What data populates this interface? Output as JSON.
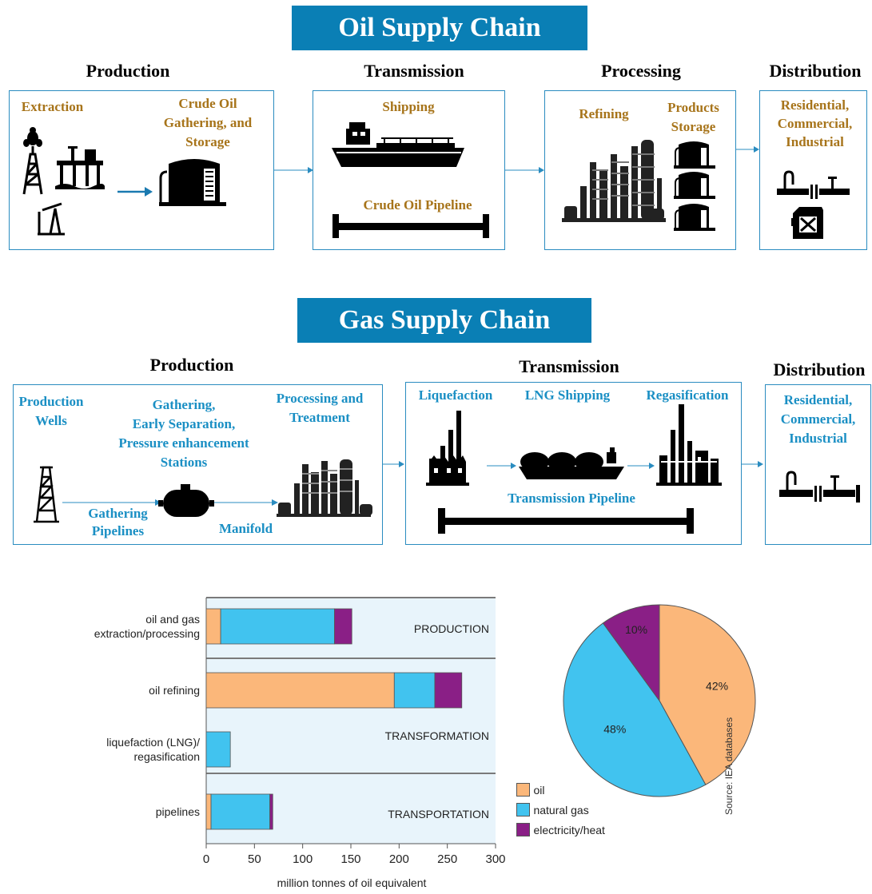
{
  "oil_chain": {
    "title": "Oil Supply Chain",
    "stages": [
      "Production",
      "Transmission",
      "Processing",
      "Distribution"
    ],
    "labels": {
      "extraction": "Extraction",
      "crude_gathering": [
        "Crude Oil",
        "Gathering, and Storage"
      ],
      "shipping": "Shipping",
      "crude_pipeline": "Crude Oil Pipeline",
      "refining": "Refining",
      "products_storage": [
        "Products",
        "Storage"
      ],
      "end_use": [
        "Residential,",
        "Commercial,",
        "Industrial"
      ]
    }
  },
  "gas_chain": {
    "title": "Gas Supply Chain",
    "stages": [
      "Production",
      "Transmission",
      "Distribution"
    ],
    "labels": {
      "production_wells": [
        "Production",
        "Wells"
      ],
      "gathering_stations": [
        "Gathering,",
        "Early Separation,",
        "Pressure enhancement",
        "Stations"
      ],
      "processing_treatment": [
        "Processing and",
        "Treatment"
      ],
      "gathering_pipelines": [
        "Gathering",
        "Pipelines"
      ],
      "manifold": "Manifold",
      "liquefaction": "Liquefaction",
      "lng_shipping": "LNG Shipping",
      "regasification": "Regasification",
      "transmission_pipeline": "Transmission Pipeline",
      "end_use": [
        "Residential,",
        "Commercial,",
        "Industrial"
      ]
    }
  },
  "colors": {
    "banner": "#0a7fb5",
    "gold_text": "#a7741a",
    "blue_text": "#1a8fc4",
    "box_border": "#2a8cc0",
    "oil": "#fbb77a",
    "natural_gas": "#41c3ef",
    "electricity_heat": "#8a1f86",
    "chart_bg": "#e8f4fb"
  },
  "chart_data": [
    {
      "type": "bar",
      "orientation": "horizontal",
      "stacked": true,
      "categories": [
        "oil and gas extraction/processing",
        "oil refining",
        "liquefaction (LNG)/ regasification",
        "pipelines"
      ],
      "category_lines": [
        [
          "oil and gas",
          "extraction/processing"
        ],
        [
          "oil refining"
        ],
        [
          "liquefaction (LNG)/",
          "regasification"
        ],
        [
          "pipelines"
        ]
      ],
      "series": [
        {
          "name": "oil",
          "values": [
            15,
            195,
            0,
            5
          ]
        },
        {
          "name": "natural gas",
          "values": [
            118,
            42,
            25,
            61
          ]
        },
        {
          "name": "electricity/heat",
          "values": [
            18,
            28,
            0,
            3
          ]
        }
      ],
      "groups": [
        "PRODUCTION",
        "TRANSFORMATION",
        "TRANSPORTATION"
      ],
      "xlabel": "million tonnes of oil equivalent",
      "xlim": [
        0,
        300
      ],
      "xticks": [
        0,
        50,
        100,
        150,
        200,
        250,
        300
      ]
    },
    {
      "type": "pie",
      "slices": [
        {
          "name": "oil",
          "value": 42,
          "label": "42%"
        },
        {
          "name": "natural gas",
          "value": 48,
          "label": "48%"
        },
        {
          "name": "electricity/heat",
          "value": 10,
          "label": "10%"
        }
      ],
      "source": "Source: IEA databases"
    }
  ]
}
